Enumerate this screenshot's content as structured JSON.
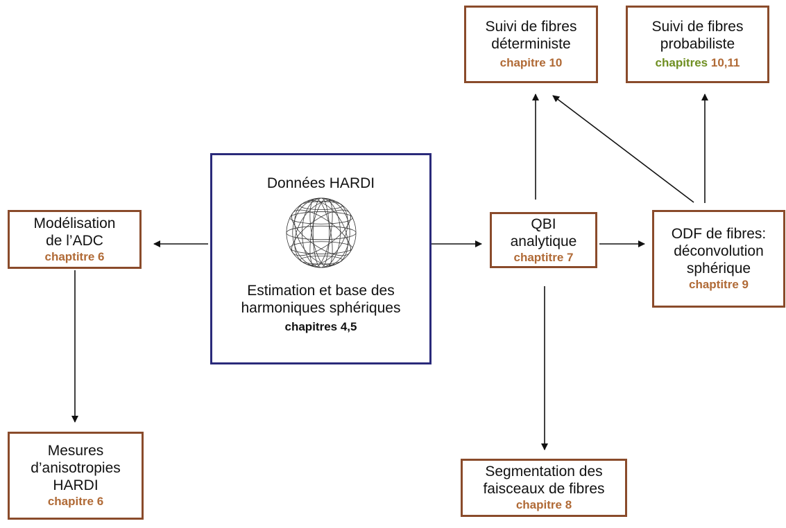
{
  "colors": {
    "box_border": "#8a4b2b",
    "center_border": "#2a2a7a",
    "chapter": "#b06a36",
    "chapter_green": "#6f8f22",
    "arrow": "#111111"
  },
  "center": {
    "title": "Données HARDI",
    "icon": "sphere-mesh-icon",
    "line1": "Estimation et base des",
    "line2": "harmoniques sphériques",
    "chapter": "chapitres 4,5"
  },
  "nodes": {
    "adc": {
      "line1": "Modélisation",
      "line2": "de l’ADC",
      "chapter": "chaptitre 6"
    },
    "mesures": {
      "line1": "Mesures",
      "line2": "d’anisotropies",
      "line3": "HARDI",
      "chapter": "chapitre 6"
    },
    "qbi": {
      "line1": "QBI",
      "line2": "analytique",
      "chapter": "chaptitre 7"
    },
    "odf": {
      "line1": "ODF de fibres:",
      "line2": "déconvolution",
      "line3": "sphérique",
      "chapter": "chaptitre 9"
    },
    "det": {
      "line1": "Suivi de fibres",
      "line2": "déterministe",
      "chapter": "chapitre 10"
    },
    "prob": {
      "line1": "Suivi de fibres",
      "line2": "probabiliste",
      "chapter_word": "chapitres",
      "chapter_nums": "10,11"
    },
    "seg": {
      "line1": "Segmentation des",
      "line2": "faisceaux de fibres",
      "chapter": "chapitre 8"
    }
  }
}
